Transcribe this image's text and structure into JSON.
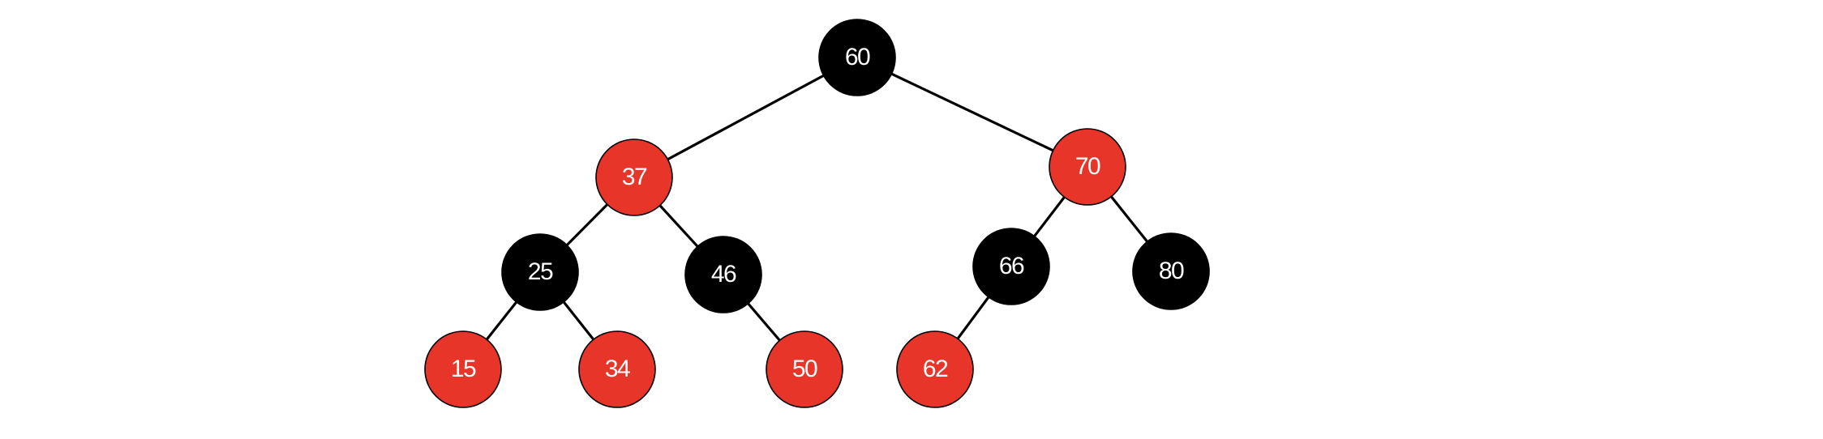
{
  "colors": {
    "red": "#E8352A",
    "black": "#000000",
    "label": "#ffffff"
  },
  "tree": {
    "nodes": [
      {
        "id": "60",
        "label": "60",
        "color": "black"
      },
      {
        "id": "37",
        "label": "37",
        "color": "red"
      },
      {
        "id": "70",
        "label": "70",
        "color": "red"
      },
      {
        "id": "25",
        "label": "25",
        "color": "black"
      },
      {
        "id": "46",
        "label": "46",
        "color": "black"
      },
      {
        "id": "66",
        "label": "66",
        "color": "black"
      },
      {
        "id": "80",
        "label": "80",
        "color": "black"
      },
      {
        "id": "15",
        "label": "15",
        "color": "red"
      },
      {
        "id": "34",
        "label": "34",
        "color": "red"
      },
      {
        "id": "50",
        "label": "50",
        "color": "red"
      },
      {
        "id": "62",
        "label": "62",
        "color": "red"
      }
    ],
    "edges": [
      [
        "60",
        "37"
      ],
      [
        "60",
        "70"
      ],
      [
        "37",
        "25"
      ],
      [
        "37",
        "46"
      ],
      [
        "70",
        "66"
      ],
      [
        "70",
        "80"
      ],
      [
        "25",
        "15"
      ],
      [
        "25",
        "34"
      ],
      [
        "46",
        "50"
      ],
      [
        "66",
        "62"
      ]
    ]
  }
}
